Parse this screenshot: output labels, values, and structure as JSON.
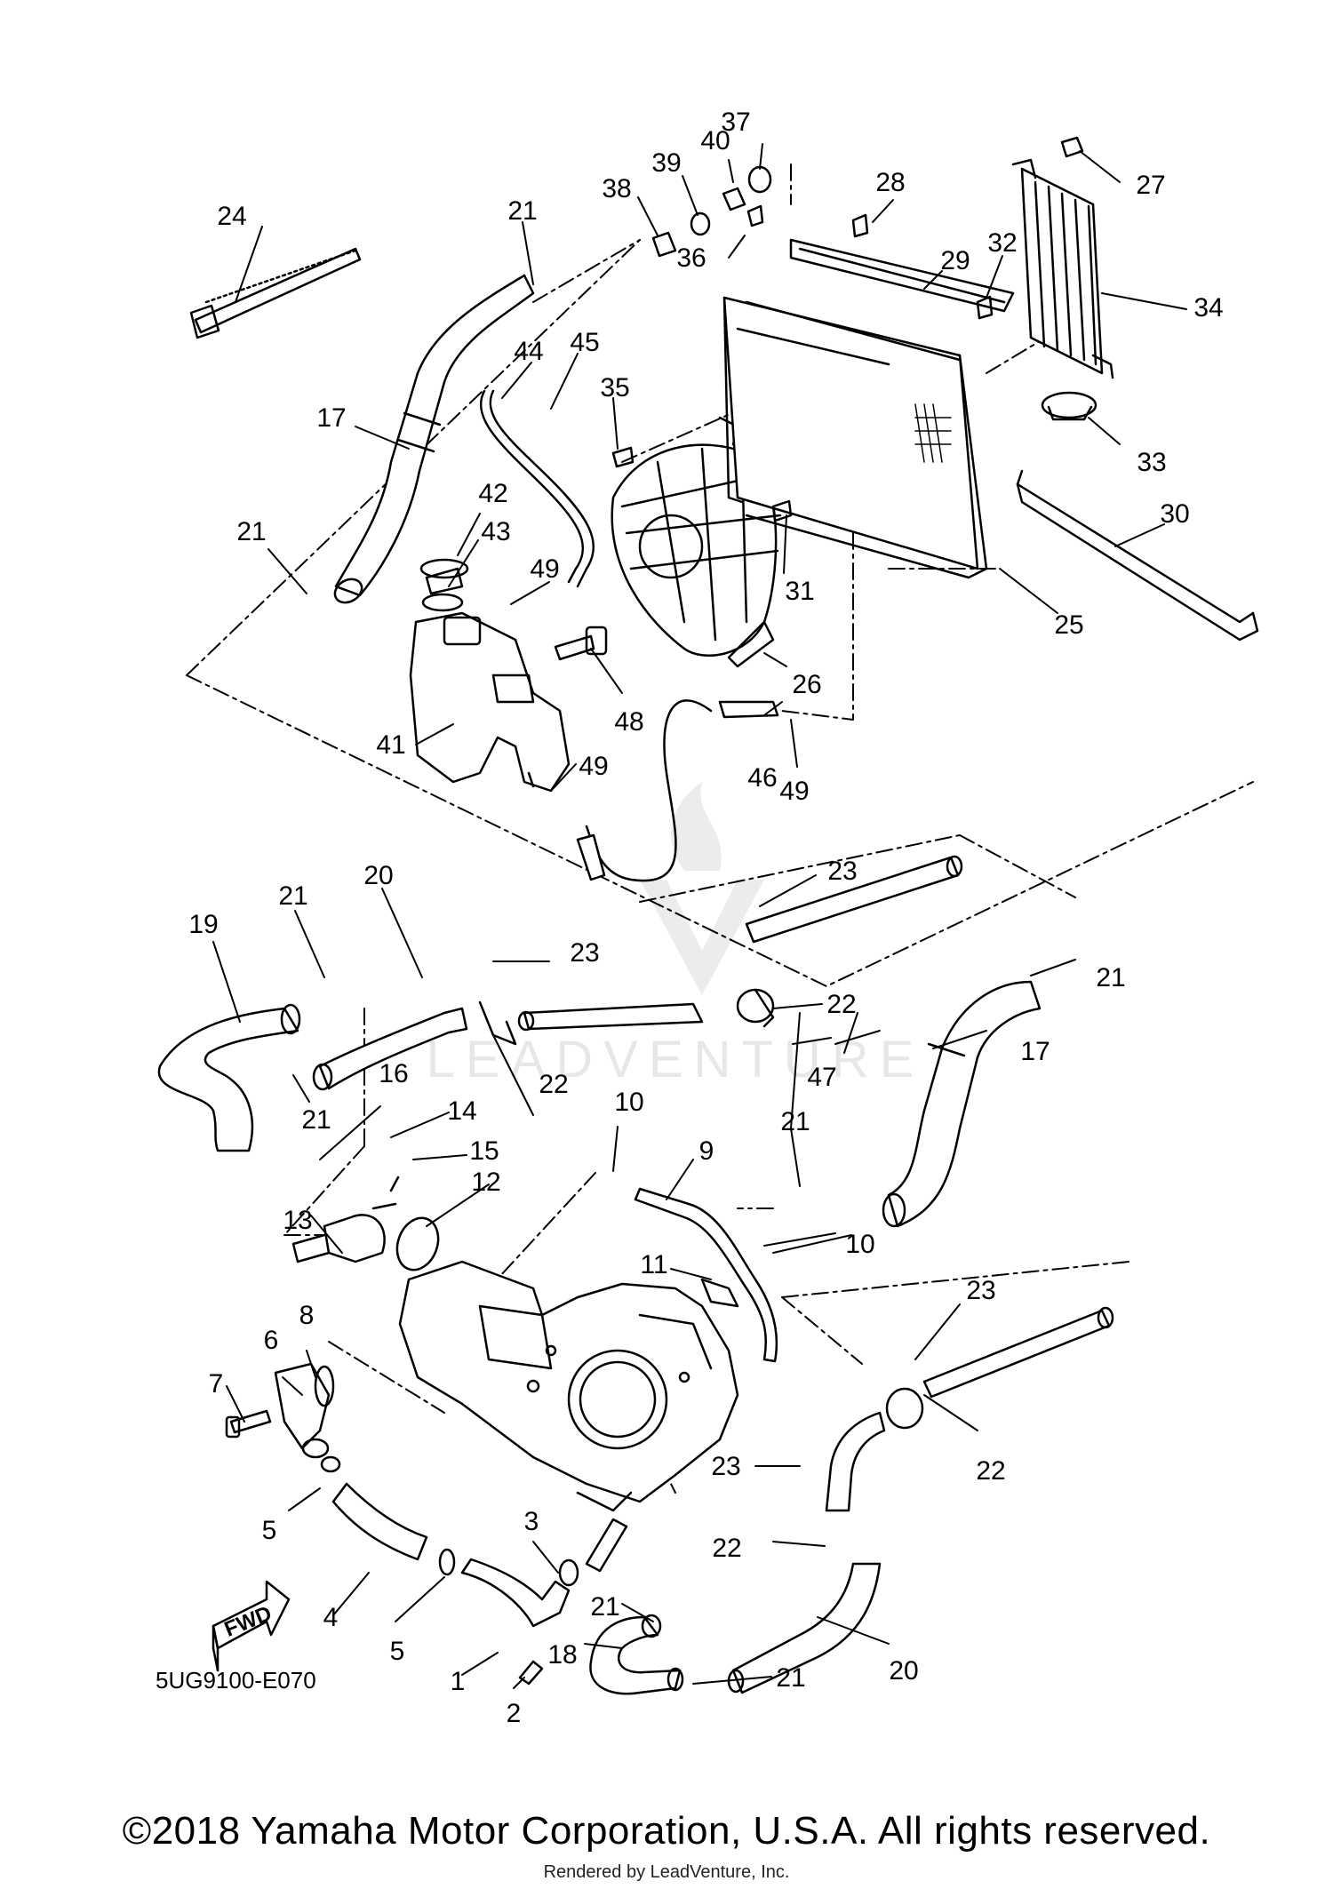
{
  "diagram_code": "5UG9100-E070",
  "fwd_label": "FWD",
  "watermark": "LEADVENTURE",
  "copyright": "©2018 Yamaha Motor Corporation, U.S.A. All rights reserved.",
  "rendered_by": "Rendered by LeadVenture, Inc.",
  "callouts": [
    "24",
    "21",
    "17",
    "21",
    "38",
    "39",
    "40",
    "37",
    "36",
    "28",
    "29",
    "32",
    "27",
    "34",
    "45",
    "44",
    "35",
    "33",
    "42",
    "43",
    "49",
    "30",
    "31",
    "25",
    "41",
    "48",
    "26",
    "46",
    "49",
    "49",
    "20",
    "23",
    "21",
    "19",
    "23",
    "21",
    "22",
    "22",
    "17",
    "47",
    "21",
    "16",
    "14",
    "15",
    "12",
    "10",
    "9",
    "21",
    "13",
    "11",
    "23",
    "8",
    "6",
    "10",
    "7",
    "22",
    "23",
    "5",
    "3",
    "22",
    "21",
    "4",
    "18",
    "20",
    "5",
    "1",
    "21",
    "2"
  ]
}
